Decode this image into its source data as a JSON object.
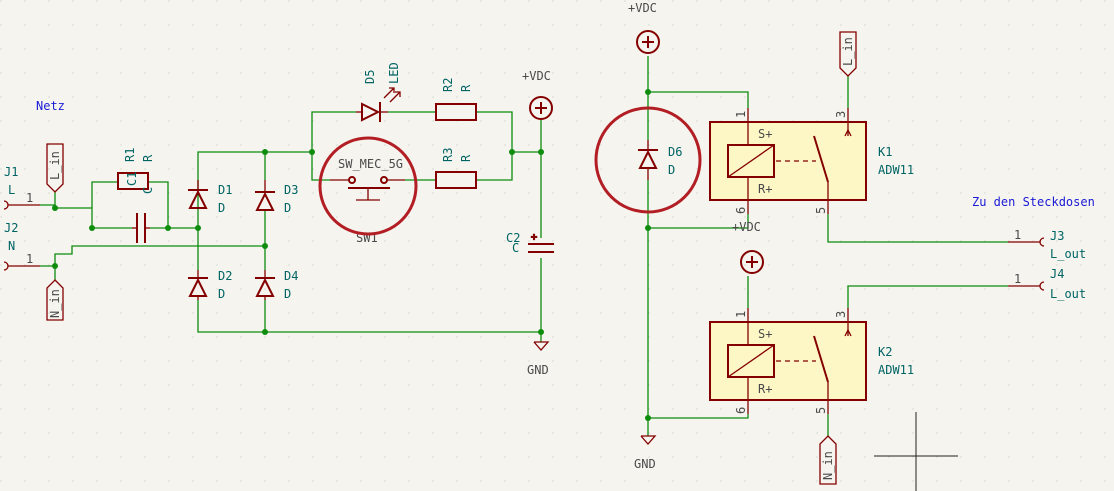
{
  "colors": {
    "background": "#f5f4ef",
    "wire": "#0e8c0e",
    "component": "#840000",
    "component_fill": "#fdf7c6",
    "reference": "#006464",
    "text_note": "#1a1ad6",
    "highlight_circle": "#b21e24",
    "net_label": "#4a4a4a"
  },
  "notes": {
    "netz": "Netz",
    "steckdosen": "Zu den Steckdosen"
  },
  "power": {
    "vdc": "+VDC",
    "gnd": "GND",
    "l_in": "L_in",
    "n_in": "N_in"
  },
  "connectors": {
    "j1": {
      "ref": "J1",
      "value": "L",
      "pin": "1"
    },
    "j2": {
      "ref": "J2",
      "value": "N",
      "pin": "1"
    },
    "j3": {
      "ref": "J3",
      "value": "L_out",
      "pin": "1"
    },
    "j4": {
      "ref": "J4",
      "value": "L_out",
      "pin": "1"
    }
  },
  "components": {
    "r1": {
      "ref": "R1",
      "value": "R"
    },
    "c1": {
      "ref": "C1",
      "value": "C"
    },
    "d1": {
      "ref": "D1",
      "value": "D"
    },
    "d2": {
      "ref": "D2",
      "value": "D"
    },
    "d3": {
      "ref": "D3",
      "value": "D"
    },
    "d4": {
      "ref": "D4",
      "value": "D"
    },
    "d5": {
      "ref": "D5",
      "value": "LED"
    },
    "d6": {
      "ref": "D6",
      "value": "D"
    },
    "r2": {
      "ref": "R2",
      "value": "R"
    },
    "r3": {
      "ref": "R3",
      "value": "R"
    },
    "c2": {
      "ref": "C2",
      "value": "C"
    },
    "sw1": {
      "ref": "SW1",
      "value": "SW_MEC_5G"
    },
    "k1": {
      "ref": "K1",
      "value": "ADW11"
    },
    "k2": {
      "ref": "K2",
      "value": "ADW11"
    }
  },
  "relay_pins": {
    "p1": "1",
    "p3": "3",
    "p5": "5",
    "p6": "6",
    "s_plus": "S+",
    "r_plus": "R+"
  },
  "c2_pol": "+"
}
